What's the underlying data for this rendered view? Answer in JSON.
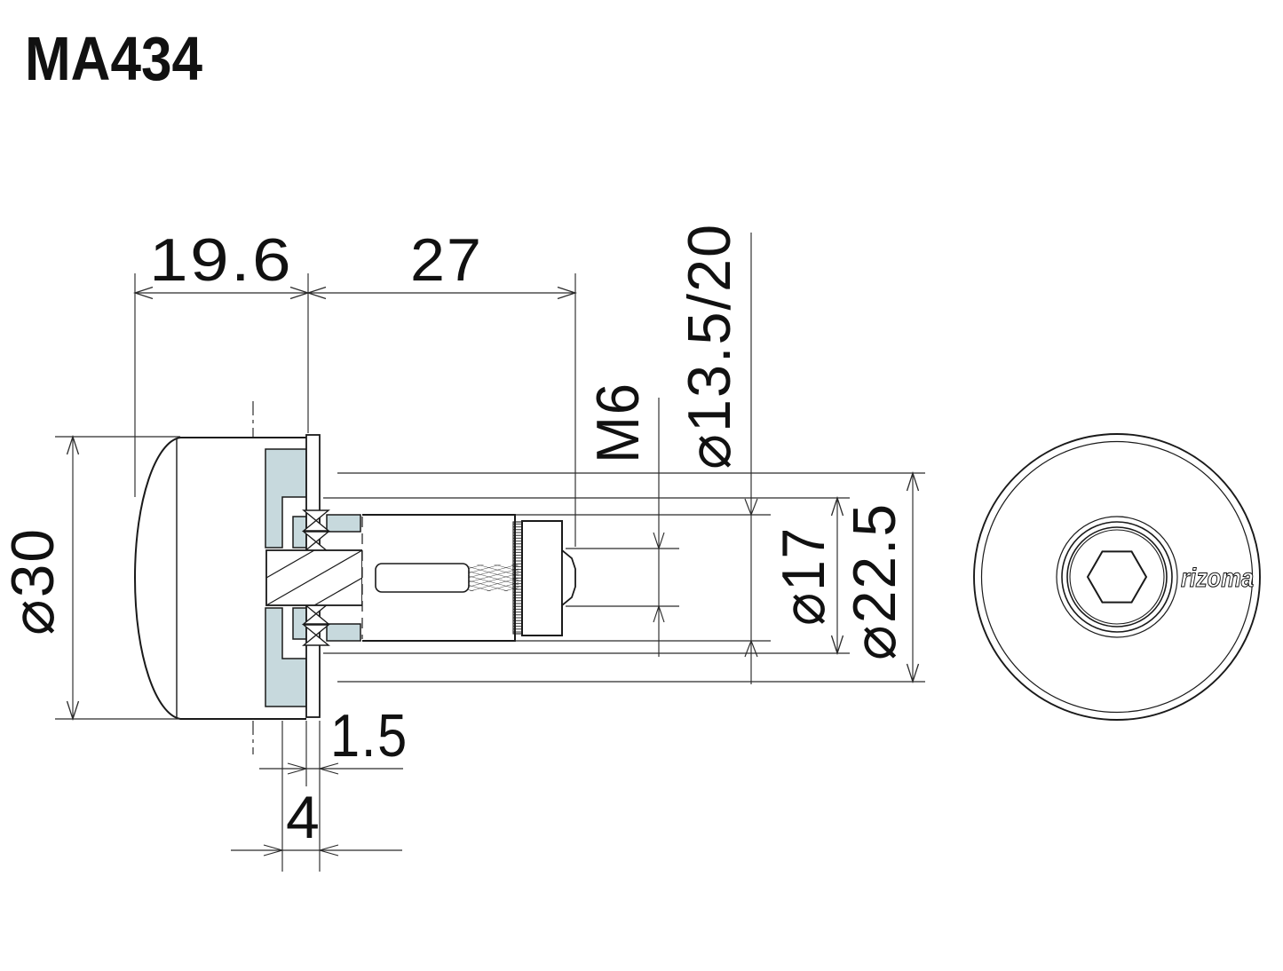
{
  "title": "MA434",
  "colors": {
    "line": "#1a1a1a",
    "dim": "#2b2b2b",
    "section": "#c7d9dd",
    "bg": "#ffffff"
  },
  "side_view": {
    "name": "side section view",
    "dims": {
      "cap_length": "19.6",
      "insert_length": "27",
      "thread_size": "M6",
      "bar_inner_range": "⌀13.5/20",
      "cap_od": "⌀30",
      "sleeve_od": "⌀17",
      "spigot_od": "⌀22.5",
      "ring_thickness": "1.5",
      "recess_depth": "4"
    }
  },
  "front_view": {
    "name": "front view",
    "logo": "rizoma"
  }
}
